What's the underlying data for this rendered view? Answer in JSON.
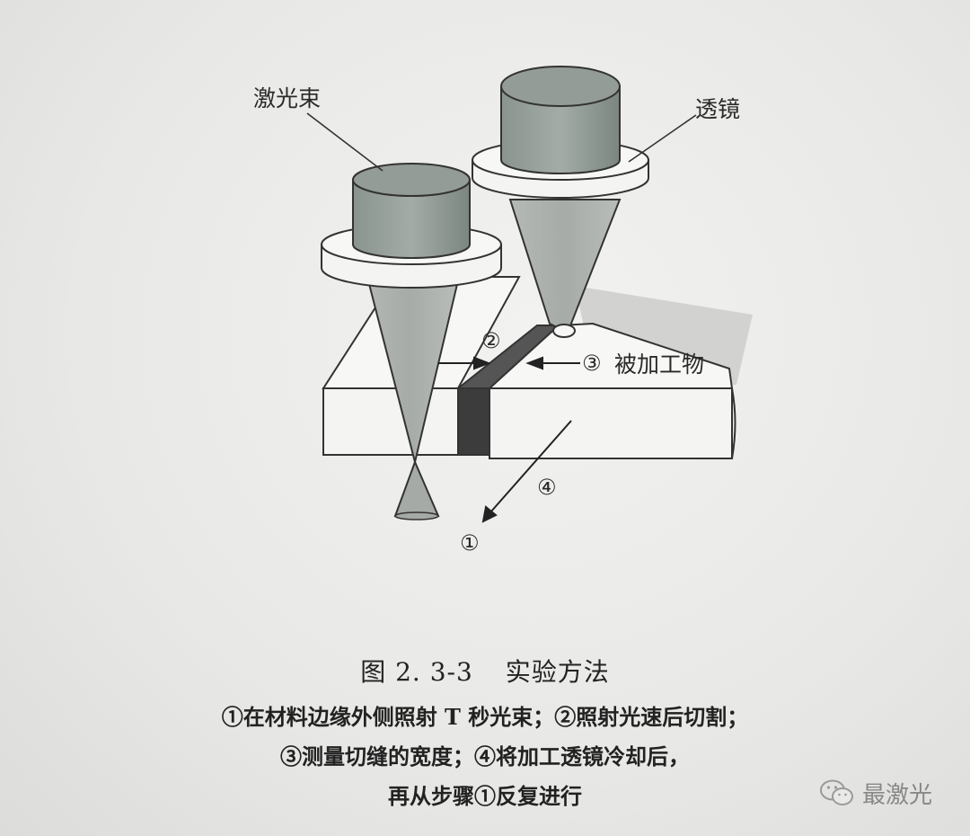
{
  "labels": {
    "beam": "激光束",
    "lens": "透镜",
    "workpiece": "被加工物"
  },
  "markers": {
    "m1": "①",
    "m2": "②",
    "m3": "③",
    "m4": "④"
  },
  "caption": {
    "fig_no": "图 2. 3-3",
    "title": "实验方法",
    "line1": "①在材料边缘外侧照射 T 秒光束；②照射光速后切割；",
    "line2": "③测量切缝的宽度；④将加工透镜冷却后，",
    "line3": "再从步骤①反复进行"
  },
  "watermark": {
    "text": "最激光",
    "icon": "wechat-icon"
  }
}
